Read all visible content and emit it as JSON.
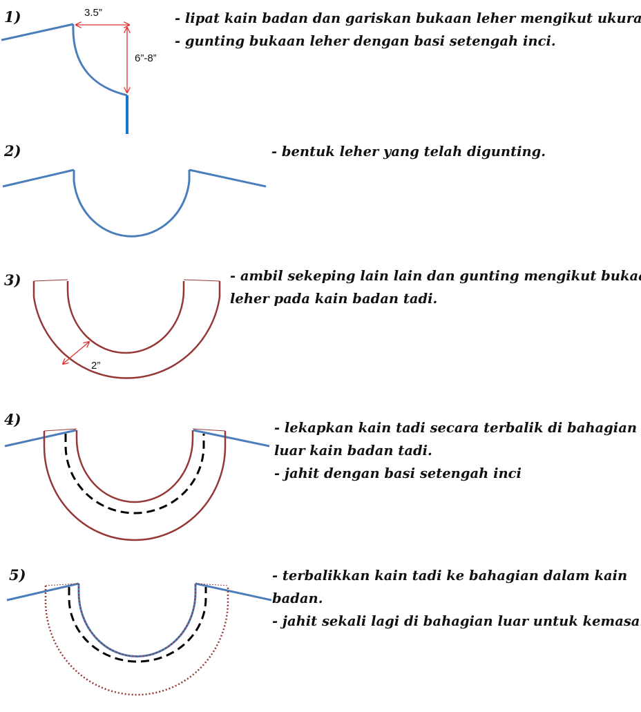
{
  "colors": {
    "fabric_line": "#4a7ebb",
    "fabric_line_bright": "#1874cd",
    "facing": "#953735",
    "dimension_arrow": "#e03030",
    "stitch": "#000000",
    "text": "#111111"
  },
  "steps": [
    {
      "number": "1)",
      "lines": [
        "- lipat kain badan dan gariskan bukaan leher mengikut ukuran.",
        "- gunting bukaan leher dengan basi setengah inci."
      ],
      "measurements": {
        "width": "3.5”",
        "depth": "6”-8”"
      }
    },
    {
      "number": "2)",
      "lines": [
        "- bentuk leher yang telah digunting."
      ]
    },
    {
      "number": "3)",
      "lines": [
        "- ambil sekeping lain lain dan gunting mengikut bukaan",
        "leher pada kain badan tadi."
      ],
      "measurements": {
        "facing_width": "2”"
      }
    },
    {
      "number": "4)",
      "lines": [
        "- lekapkan kain tadi secara terbalik di bahagian",
        "luar kain badan tadi.",
        "- jahit dengan basi setengah inci"
      ]
    },
    {
      "number": "5)",
      "lines": [
        "- terbalikkan kain tadi ke bahagian dalam kain",
        "badan.",
        "- jahit sekali lagi di bahagian luar untuk kemasan"
      ]
    }
  ]
}
